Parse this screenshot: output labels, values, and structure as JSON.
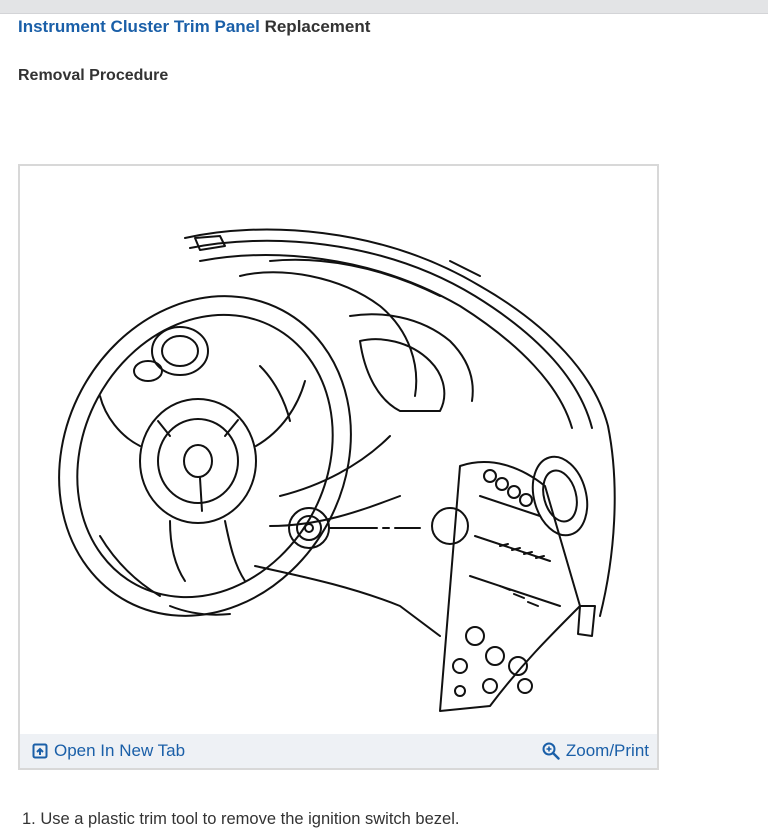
{
  "header": {
    "title_link": "Instrument Cluster Trim Panel",
    "title_rest": "Replacement"
  },
  "section": {
    "heading": "Removal Procedure"
  },
  "figure": {
    "alt": "Instrument panel line drawing with steering wheel and ignition switch bezel",
    "open_tab_label": "Open In New Tab",
    "zoom_label": "Zoom/Print",
    "icons": {
      "open_tab": "open-in-new-tab-icon",
      "zoom": "zoom-in-icon"
    }
  },
  "steps": [
    {
      "number": "1.",
      "text": "Use a plastic trim tool to remove the ignition switch bezel."
    }
  ],
  "colors": {
    "link": "#1a5fa8",
    "text": "#333333",
    "toolbar_bg": "#eef1f5",
    "frame_border": "#d8d8d8"
  }
}
